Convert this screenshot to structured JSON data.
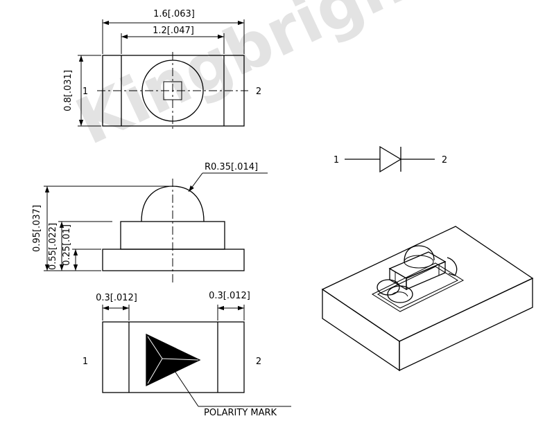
{
  "watermark": "Kingbright",
  "top_view": {
    "dim_length": "1.6[.063]",
    "dim_lens": "1.2[.047]",
    "dim_width": "0.8[.031]",
    "pin_left": "1",
    "pin_right": "2"
  },
  "side_view": {
    "dim_radius": "R0.35[.014]",
    "dim_total_height": "0.95[.037]",
    "dim_body_height": "0.55[.022]",
    "dim_base_height": "0.25[.01]"
  },
  "bottom_view": {
    "dim_left_pad": "0.3[.012]",
    "dim_right_pad": "0.3[.012]",
    "pin_left": "1",
    "pin_right": "2",
    "polarity_label": "POLARITY  MARK"
  },
  "schematic": {
    "pin_left": "1",
    "pin_right": "2"
  },
  "colors": {
    "line": "#000000",
    "watermark": "#e3e3e3",
    "background": "#ffffff"
  }
}
